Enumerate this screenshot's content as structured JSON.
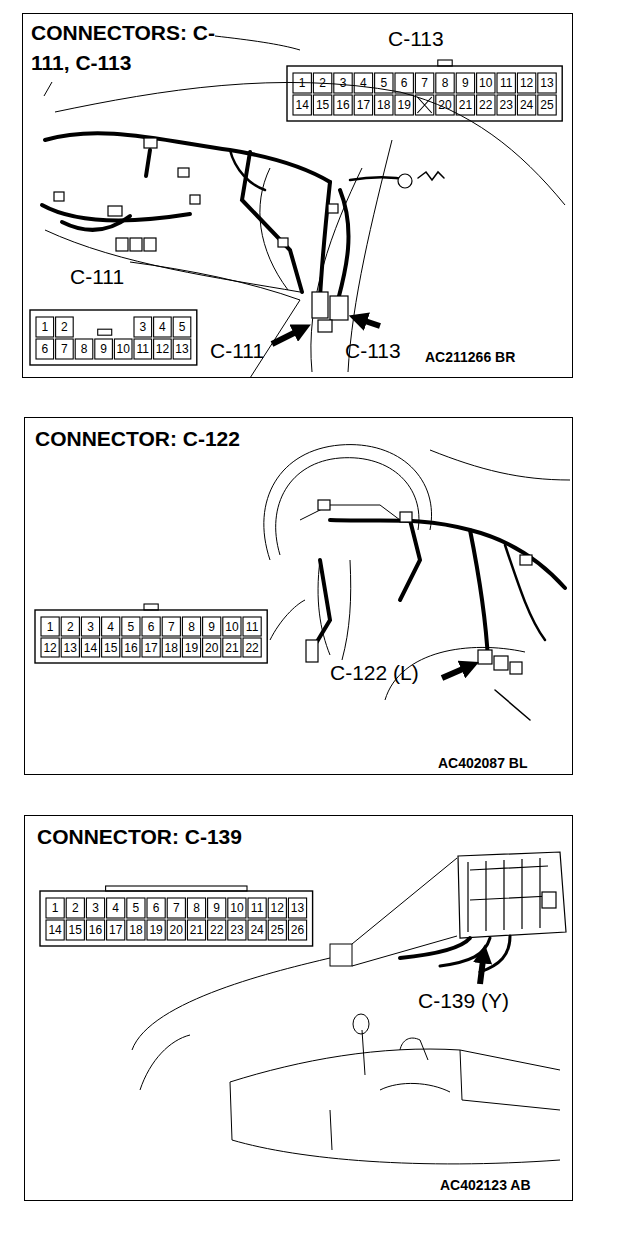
{
  "diagram": {
    "nodes": [
      {
        "text": [
          "CONNECTORS: C-111, C-113"
        ]
      },
      {
        "text": [
          "CONNECTOR: C-122"
        ]
      },
      {
        "text": [
          "CONNECTOR: C-139"
        ]
      }
    ],
    "labels": [
      "C-113",
      "1",
      "2",
      "3",
      "4",
      "5",
      "6",
      "7",
      "8",
      "9",
      "10",
      "11",
      "12",
      "13",
      "14",
      "15",
      "16",
      "17",
      "18",
      "19",
      "20",
      "21",
      "22",
      "23",
      "24",
      "25",
      "C-111",
      "1",
      "2",
      "3",
      "4",
      "5",
      "6",
      "7",
      "8",
      "9",
      "10",
      "11",
      "12",
      "13",
      "C-111",
      "C-113",
      "AC211266 BR",
      "1",
      "2",
      "3",
      "4",
      "5",
      "6",
      "7",
      "8",
      "9",
      "10",
      "11",
      "12",
      "13",
      "14",
      "15",
      "16",
      "17",
      "18",
      "19",
      "20",
      "21",
      "22",
      "C-122 (L)",
      "AC402087 BL",
      "1",
      "2",
      "3",
      "4",
      "5",
      "6",
      "7",
      "8",
      "9",
      "10",
      "11",
      "12",
      "13",
      "14",
      "15",
      "16",
      "17",
      "18",
      "19",
      "20",
      "21",
      "22",
      "23",
      "24",
      "25",
      "26",
      "C-139 (Y)",
      "AC402123 AB"
    ]
  }
}
